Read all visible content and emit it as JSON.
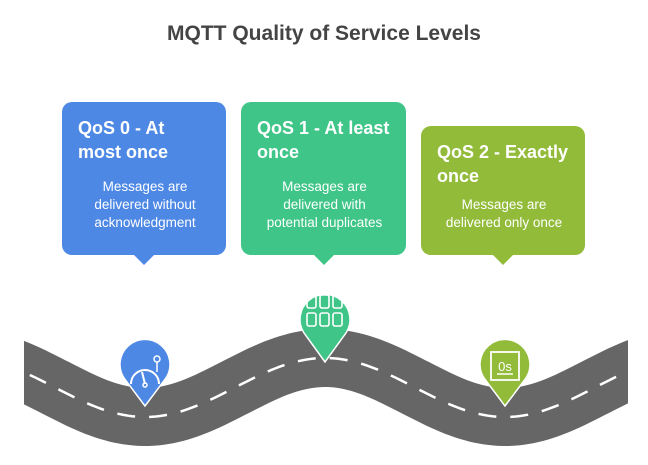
{
  "title": "MQTT Quality of Service Levels",
  "levels": [
    {
      "heading": "QoS 0 - At most once",
      "description": "Messages are delivered without acknowledgment",
      "color": "#4E88E5",
      "icon": "speedometer-icon"
    },
    {
      "heading": "QoS 1 - At least once",
      "description": "Messages are delivered with potential duplicates",
      "color": "#3EC587",
      "icon": "server-grid-icon"
    },
    {
      "heading": "QoS 2 - Exactly once",
      "description": "Messages are delivered only once",
      "color": "#92BB3A",
      "icon": "zero-seconds-icon"
    }
  ]
}
